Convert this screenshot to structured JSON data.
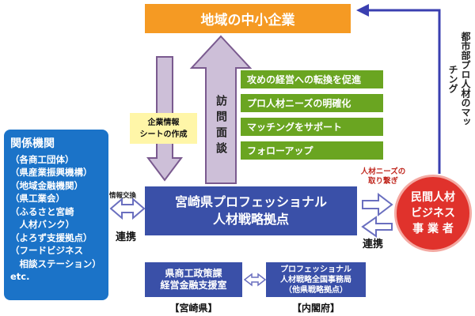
{
  "top_box": {
    "label": "地域の中小企業"
  },
  "visit_label": "訪問面談",
  "green_items": [
    {
      "label": "攻めの経営への転換を促進"
    },
    {
      "label": "プロ人材ニーズの明確化"
    },
    {
      "label": "マッチングをサポート"
    },
    {
      "label": "フォローアップ"
    }
  ],
  "info_box": {
    "line1": "企業情報",
    "line2": "シートの作成"
  },
  "center_box": {
    "line1": "宮崎県プロフェッショナル",
    "line2": "人材戦略拠点"
  },
  "left_box": {
    "title": "関係機関",
    "items": [
      "（各商工団体）",
      "（県産業振興機構）",
      "（地域金融機関）",
      "（県工業会）",
      "（ふるさと宮崎",
      "　人材バンク）",
      "（よろず支援拠点）",
      "（フードビジネス",
      "　相談ステーション）",
      "etc."
    ]
  },
  "info_exchange_label": "情報交換",
  "link_left_label": "連携",
  "link_right_label": "連携",
  "circle": {
    "line1": "民間人材",
    "line2": "ビジネス",
    "line3": "事 業 者"
  },
  "needs_label": {
    "line1": "人材ニーズの",
    "line2": "取り繋ぎ"
  },
  "vertical_text": "都市部プロ人材のマッチング",
  "pref_box": {
    "line1": "県商工政策課",
    "line2": "経営金融支援室"
  },
  "cabinet_box": {
    "line1": "プロフェッショナル",
    "line2": "人材戦略全国事務局",
    "line3": "（他県戦略拠点）"
  },
  "pref_caption": "【宮崎県】",
  "cabinet_caption": "【内閣府】",
  "colors": {
    "orange": "#f59a23",
    "navy": "#3a50a8",
    "green": "#6aa521",
    "blue": "#1b73c8",
    "red": "#e0322c",
    "arrow_fill": "#cdbfd8",
    "arrow_stroke": "#7a5a8f",
    "connector": "#3a3fb0"
  }
}
